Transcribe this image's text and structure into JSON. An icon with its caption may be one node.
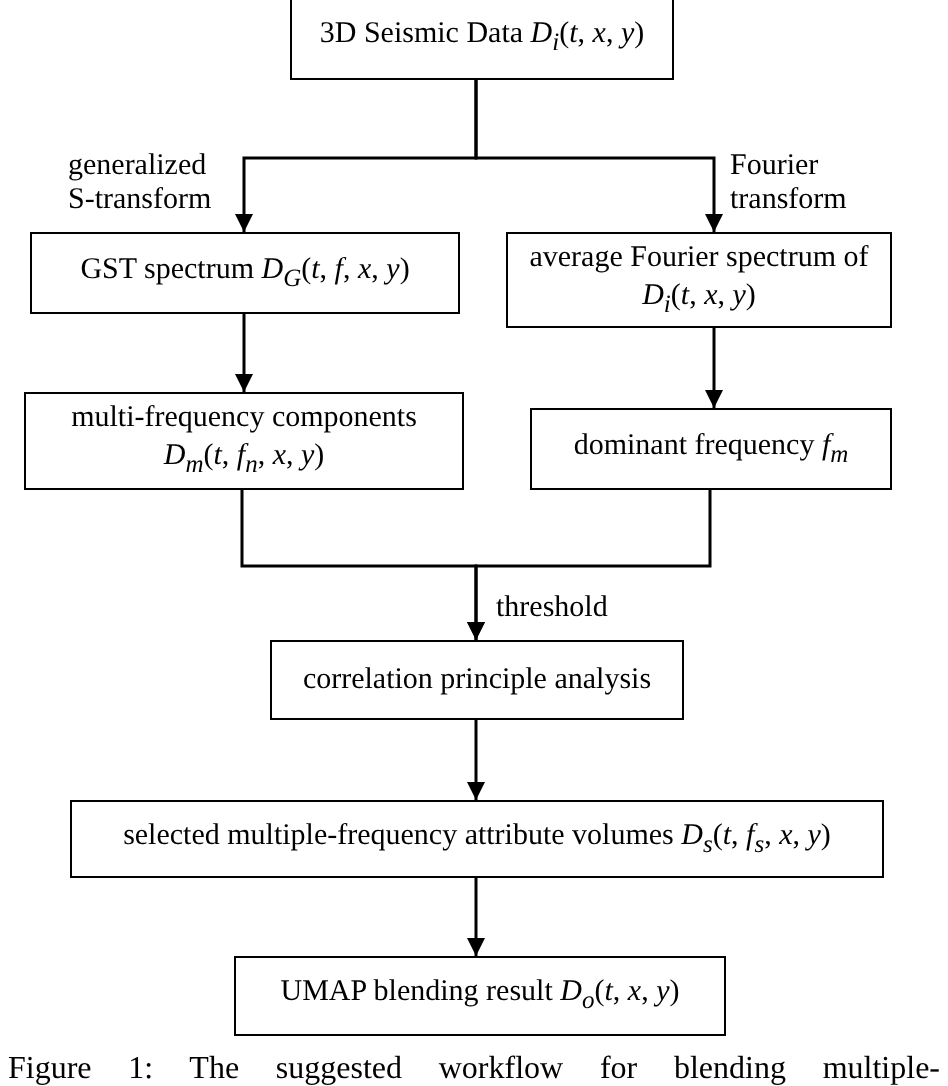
{
  "diagram": {
    "caption": "Figure 1: The suggested workflow for blending multiple-",
    "nodes": [
      {
        "text": [
          "3D Seismic Data *D*$_{i}$(*t*, *x*, *y*)"
        ]
      },
      {
        "text": [
          "GST spectrum *D*$_{G}$(*t*, *f*, *x*, *y*)"
        ]
      },
      {
        "text": [
          "average Fourier spectrum of *D*$_{i}$(*t*, *x*, *y*)"
        ]
      },
      {
        "text": [
          "multi-frequency components *D*$_{m}$(*t*, *f*$_{n}$, *x*, *y*)"
        ]
      },
      {
        "text": [
          "dominant frequency *f*$_{m}$"
        ]
      },
      {
        "text": [
          "correlation principle analysis"
        ]
      },
      {
        "text": [
          "selected multiple-frequency attribute volumes *D*$_{s}$(*t*, *f*$_{s}$, *x*, *y*)"
        ]
      },
      {
        "text": [
          "UMAP blending result *D*$_{o}$(*t*, *x*, *y*)"
        ]
      }
    ],
    "edges": [
      {
        "from": 0,
        "to": 1,
        "arrow": "to",
        "label": "generalized S-transform"
      },
      {
        "from": 0,
        "to": 2,
        "arrow": "to",
        "label": "Fourier transform"
      },
      {
        "from": 1,
        "to": 3,
        "arrow": "to"
      },
      {
        "from": 2,
        "to": 4,
        "arrow": "to"
      },
      {
        "from": 3,
        "to": 5,
        "arrow": "to",
        "label": "threshold"
      },
      {
        "from": 4,
        "to": 5,
        "arrow": "to"
      },
      {
        "from": 5,
        "to": 6,
        "arrow": "to"
      },
      {
        "from": 6,
        "to": 7,
        "arrow": "to"
      }
    ]
  }
}
